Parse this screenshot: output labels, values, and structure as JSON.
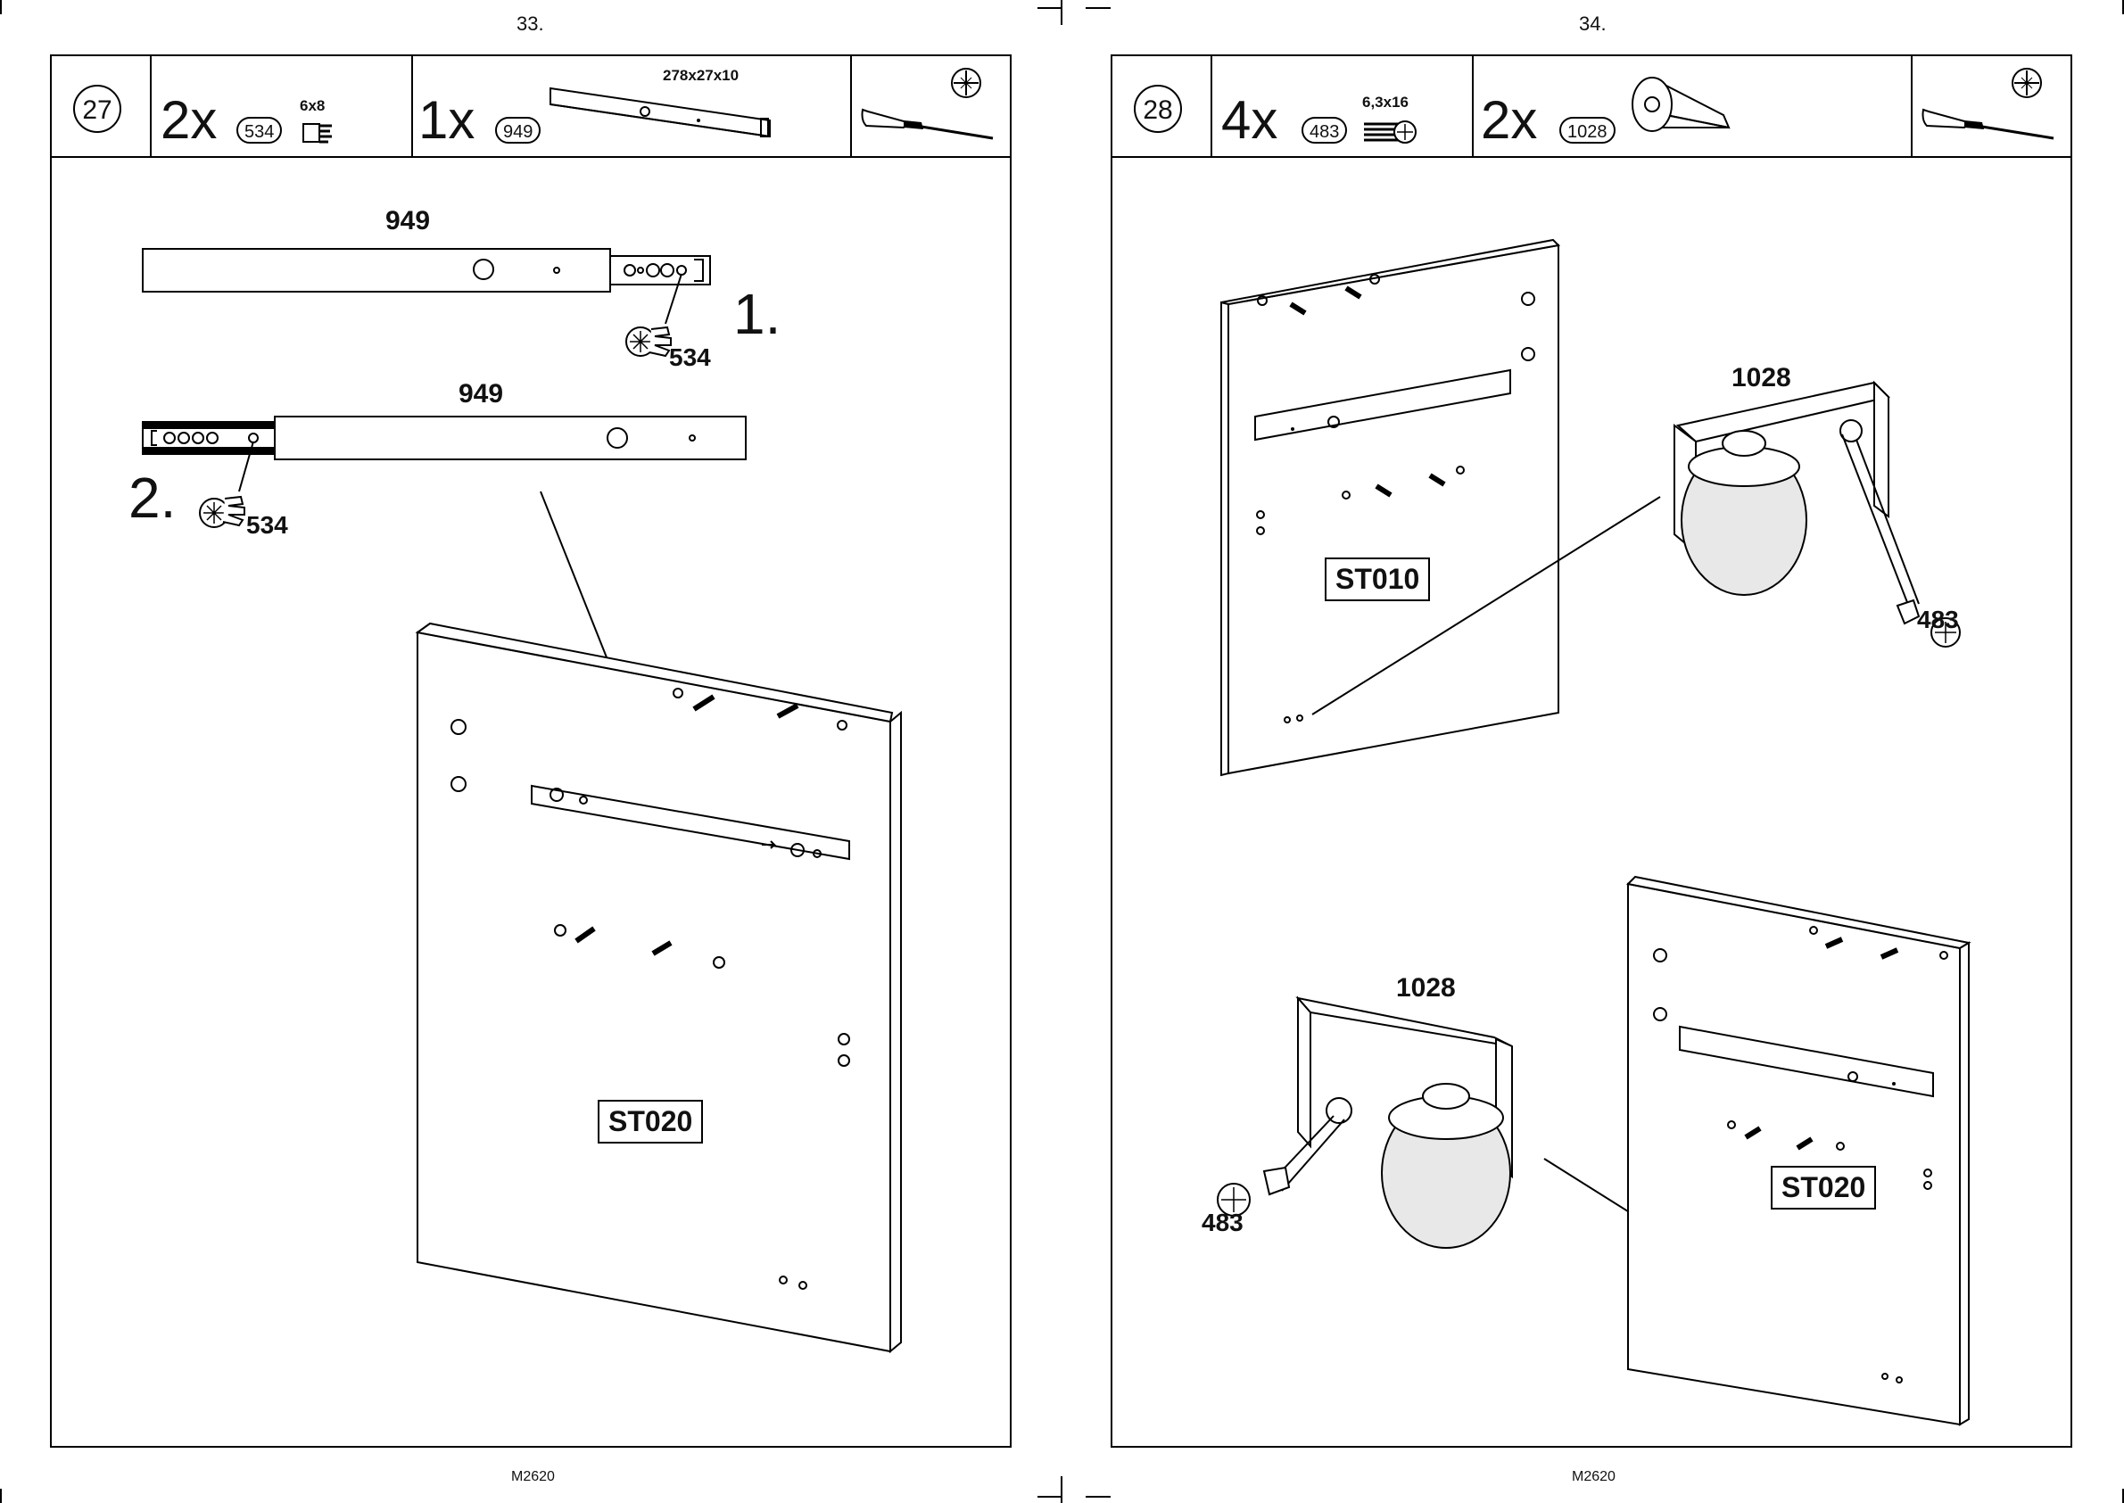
{
  "pages": [
    {
      "page_number": "33.",
      "footer": "M2620",
      "step": "27",
      "parts": [
        {
          "qty": "2x",
          "code": "534",
          "dim": "6x8"
        },
        {
          "qty": "1x",
          "code": "949",
          "dim": "278x27x10"
        }
      ],
      "tool_icons": [
        "screwdriver-icon",
        "phillips-icon"
      ],
      "diagram": {
        "rail_label_1": "949",
        "rail_label_2": "949",
        "order_1": "1.",
        "order_2": "2.",
        "screw_label_1": "534",
        "screw_label_2": "534",
        "panel_code": "ST020"
      }
    },
    {
      "page_number": "34.",
      "footer": "M2620",
      "step": "28",
      "parts": [
        {
          "qty": "4x",
          "code": "483",
          "dim": "6,3x16"
        },
        {
          "qty": "2x",
          "code": "1028",
          "dim": ""
        }
      ],
      "tool_icons": [
        "screwdriver-icon",
        "phillips-icon"
      ],
      "diagram": {
        "wheel_label_1": "1028",
        "wheel_label_2": "1028",
        "screw_label_1": "483",
        "screw_label_2": "483",
        "panel_code_1": "ST010",
        "panel_code_2": "ST020"
      }
    }
  ]
}
